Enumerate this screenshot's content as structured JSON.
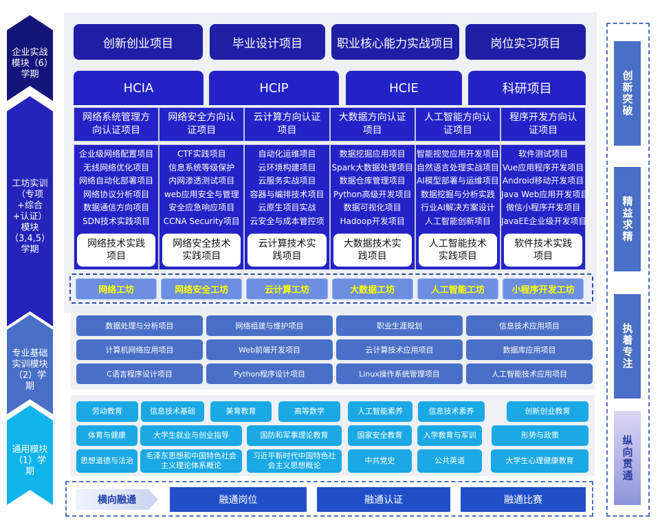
{
  "left_modules": [
    {
      "label": "企业实战模块（6）学期",
      "color": "#14147a"
    },
    {
      "label": "工坊实训（专项+综合+认证）模块（3,4,5）学期",
      "color": "#2424b8"
    },
    {
      "label": "专业基础实训模块（2）学期",
      "color": "#4a6fc6"
    },
    {
      "label": "通用模块（1）学期",
      "color": "#10b4ea"
    }
  ],
  "top_projects": [
    "创新创业项目",
    "毕业设计项目",
    "职业核心能力实战项目",
    "岗位实习项目"
  ],
  "certifications": [
    "HCIA",
    "HCIP",
    "HCIE",
    "科研项目"
  ],
  "directions": [
    {
      "header": "网络系统管理方向认证项目",
      "projects": [
        "企业级网络配置项目",
        "无线网络优化项目",
        "网络自动化部署项目",
        "网络协议分析项目",
        "数据通信方向项目",
        "SDN技术实践项目"
      ],
      "practice": "网络技术实践项目",
      "workshop": "网络工坊"
    },
    {
      "header": "网络安全方向认证项目",
      "projects": [
        "CTF实践项目",
        "信息系统等级保护",
        "内网渗透测试项目",
        "web应用安全与管理",
        "安全应急响应项目",
        "CCNA Security项目"
      ],
      "practice": "网络安全技术实践项目",
      "workshop": "网络安全工坊"
    },
    {
      "header": "云计算方向认证项目",
      "projects": [
        "自动化运维项目",
        "云环境构建项目",
        "云服务实战项目",
        "容器与编排技术项目",
        "云原生项目实战",
        "云安全与成本管控项"
      ],
      "practice": "云计算技术实践项目",
      "workshop": "云计算工坊"
    },
    {
      "header": "大数据方向认证项目",
      "projects": [
        "数据挖掘应用项目",
        "Spark大数据处理项目",
        "数据仓库管理项目",
        "Python高级开发项目",
        "数据可视化项目",
        "Hadoop开发项目"
      ],
      "practice": "大数据技术实践项目",
      "workshop": "大数据工坊"
    },
    {
      "header": "人工智能方向认证项目",
      "projects": [
        "智能视觉应用开发项目",
        "自然语言处理实战项目",
        "AI模型部署与运维项目",
        "数据挖掘与分析实践",
        "行业AI解决方案设计",
        "人工智能创新项目"
      ],
      "practice": "人工智能技术实践项目",
      "workshop": "人工智能工坊"
    },
    {
      "header": "程序开发方向认证项目",
      "projects": [
        "软件测试项目",
        "Vue应用程序开发项目",
        "Android移动开发项目",
        "Java Web应用开发项目",
        "微信小程序开发项目",
        "JavaEE企业级开发项目"
      ],
      "practice": "软件技术实践项目",
      "workshop": "小程序开发工坊"
    }
  ],
  "basic_training": [
    "数据处理与分析项目",
    "网络组建与维护项目",
    "职业生涯规划",
    "信息技术应用项目",
    "计算机网络应用项目",
    "Web前端开发项目",
    "云计算技术应用项目",
    "数据库应用项目",
    "C语言程序设计项目",
    "Python程序设计项目",
    "Linux操作系统管理项目",
    "人工智能技术应用项目"
  ],
  "general_courses": [
    [
      "劳动教育",
      "信息技术基础",
      "美育教育",
      "高等数学",
      "人工智能素养",
      "信息技术素养",
      "创新创业教育"
    ],
    [
      "体育与健康",
      "大学生就业与创业指导",
      "国防和军事理论教育",
      "国家安全教育",
      "入学教育与军训",
      "形势与政策"
    ],
    [
      "思想道德与法治",
      "毛泽东思想和中国特色社会主义理论体系概论",
      "习近平新时代中国特色社会主义思想概论",
      "中共党史",
      "公共英语",
      "大学生心理健康教育"
    ]
  ],
  "integration": {
    "label": "横向融通",
    "items": [
      "融通岗位",
      "融通认证",
      "融通比赛"
    ]
  },
  "right_values": [
    "创新突破",
    "精益求精",
    "执着专注",
    "纵向贯通"
  ]
}
